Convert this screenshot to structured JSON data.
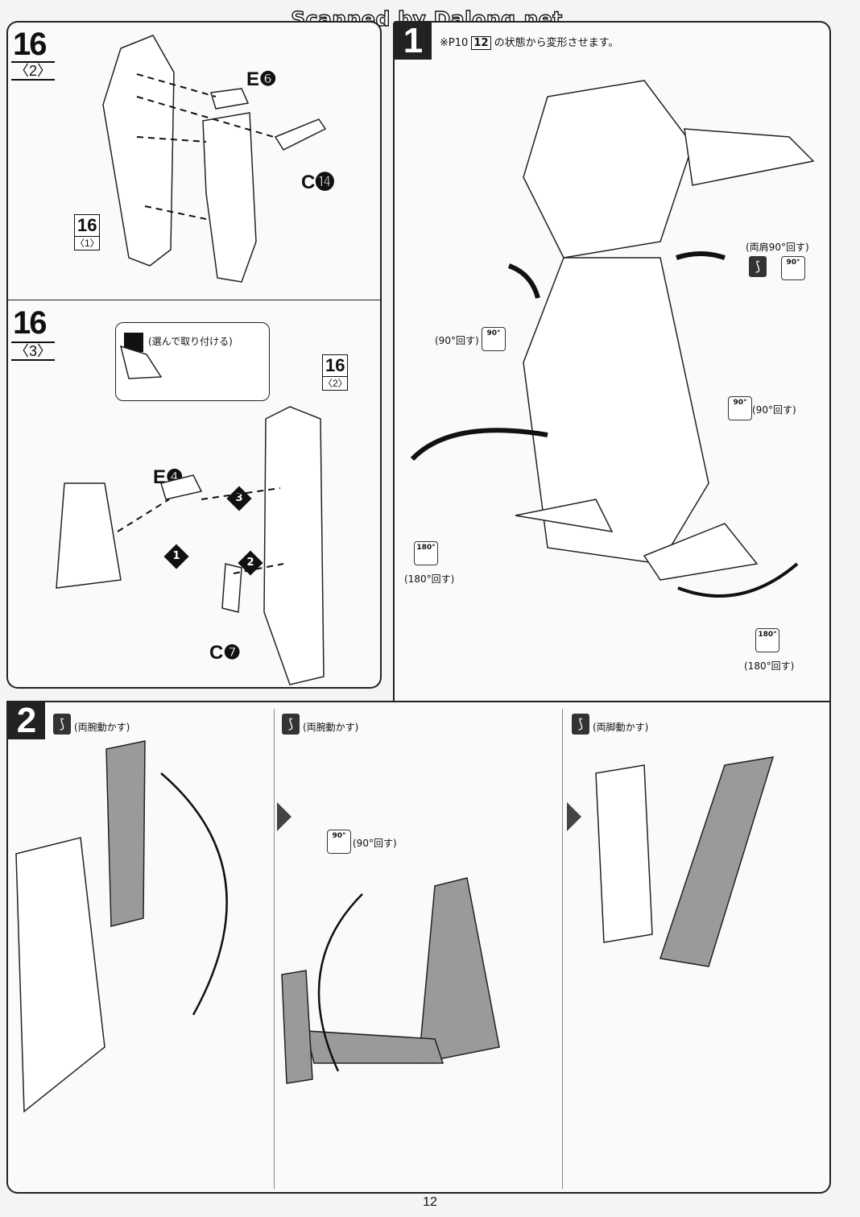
{
  "watermark": "Scanned by Dalong.net",
  "page_number": "12",
  "step16_2": {
    "step_number": "16",
    "sub_label": "〈2〉",
    "parts": [
      "E❻",
      "C⓮"
    ],
    "ref_step": "16",
    "ref_sub": "〈1〉"
  },
  "step16_3": {
    "step_number": "16",
    "sub_label": "〈3〉",
    "callout_text": "(選んで取り付ける)",
    "parts": [
      "E❹",
      "C❼"
    ],
    "ref_step": "16",
    "ref_sub": "〈2〉",
    "sequence": [
      "1",
      "2",
      "3"
    ]
  },
  "step1": {
    "step_number": "1",
    "note": "※P10",
    "note_ref": "12",
    "note_suffix": "の状態から変形させます。",
    "shoulder_caption": "(両肩90°回す)",
    "rot90_left": "(90°回す)",
    "rot90_right": "(90°回す)",
    "rot180_left": "(180°回す)",
    "rot180_right": "(180°回す)",
    "badge_90": "90°",
    "badge_180": "180°"
  },
  "step2": {
    "step_number": "2",
    "col1_caption": "(両腕動かす)",
    "col2_caption": "(両腕動かす)",
    "col2_rot": "(90°回す)",
    "col3_caption": "(両脚動かす)",
    "badge_90": "90°"
  },
  "colors": {
    "ink": "#111111",
    "paper": "#fafaf8",
    "part_shade": "#9a9a9a"
  }
}
